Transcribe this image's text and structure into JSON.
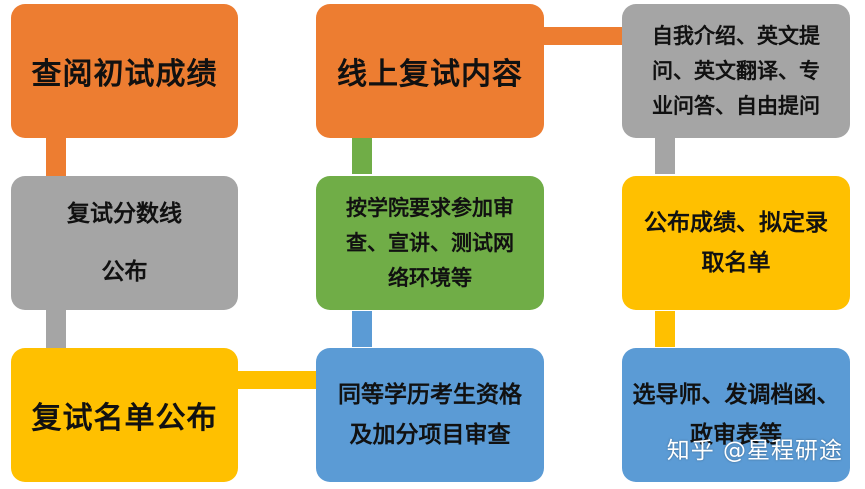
{
  "diagram": {
    "nodes": [
      {
        "id": "check_initial_scores",
        "text": "查阅初试成绩",
        "color": "#ED7D31"
      },
      {
        "id": "retest_score_line",
        "lines": [
          "复试分数线",
          "公布"
        ],
        "color": "#A5A5A5"
      },
      {
        "id": "retest_list",
        "text": "复试名单公布",
        "color": "#FFC000"
      },
      {
        "id": "online_retest",
        "text": "线上复试内容",
        "color": "#ED7D31"
      },
      {
        "id": "college_requirements",
        "lines": [
          "按学院要求参加审",
          "查、宣讲、测试网",
          "络环境等"
        ],
        "color": "#70AD47"
      },
      {
        "id": "qualification_review",
        "lines": [
          "同等学历考生资格",
          "及加分项目审查"
        ],
        "color": "#5B9BD5"
      },
      {
        "id": "retest_items",
        "lines": [
          "自我介绍、英文提",
          "问、英文翻译、专",
          "业问答、自由提问"
        ],
        "color": "#A5A5A5"
      },
      {
        "id": "publish_results",
        "lines": [
          "公布成绩、拟定录",
          "取名单"
        ],
        "color": "#FFC000"
      },
      {
        "id": "select_advisor",
        "lines": [
          "选导师、发调档函、",
          "政审表等"
        ],
        "color": "#5B9BD5"
      }
    ],
    "edges": [
      {
        "from": "check_initial_scores",
        "to": "retest_score_line"
      },
      {
        "from": "retest_score_line",
        "to": "retest_list"
      },
      {
        "from": "retest_list",
        "to": "qualification_review"
      },
      {
        "from": "qualification_review",
        "to": "college_requirements"
      },
      {
        "from": "college_requirements",
        "to": "online_retest"
      },
      {
        "from": "online_retest",
        "to": "retest_items"
      },
      {
        "from": "retest_items",
        "to": "publish_results"
      },
      {
        "from": "publish_results",
        "to": "select_advisor"
      }
    ]
  },
  "watermark": "知乎 @星程研途"
}
